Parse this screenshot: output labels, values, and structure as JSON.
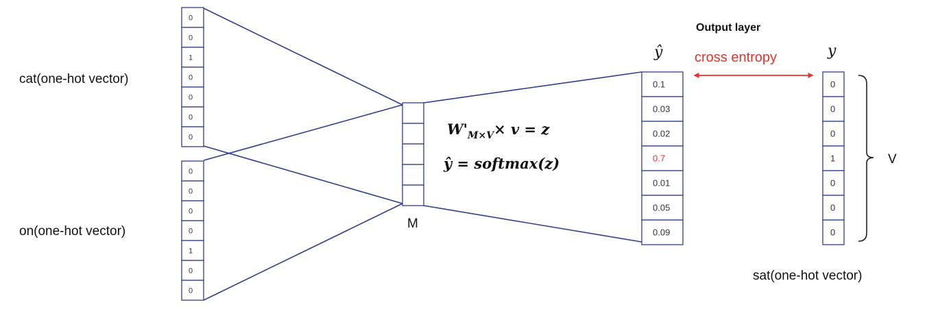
{
  "labels": {
    "cat": "cat(one-hot vector)",
    "on": "on(one-hot vector)",
    "sat": "sat(one-hot vector)",
    "hidden_size": "M",
    "output_layer": "Output layer",
    "cross_entropy": "cross entropy",
    "y_hat": "ŷ",
    "y": "y",
    "vocab_size": "V"
  },
  "formulas": {
    "line1": "W'M×V× v = z",
    "line2": "ŷ = softmax(z)"
  },
  "vectors": {
    "cat": [
      "0",
      "0",
      "1",
      "0",
      "0",
      "0",
      "0"
    ],
    "on": [
      "0",
      "0",
      "0",
      "0",
      "1",
      "0",
      "0"
    ],
    "hidden": [
      "",
      "",
      "",
      "",
      ""
    ],
    "y_hat": [
      "0.1",
      "0.03",
      "0.02",
      "0.7",
      "0.01",
      "0.05",
      "0.09"
    ],
    "y": [
      "0",
      "0",
      "0",
      "1",
      "0",
      "0",
      "0"
    ]
  },
  "colors": {
    "line": "#2f3f86",
    "highlight": "#e8312b",
    "arrow": "#e8312b"
  },
  "highlight": {
    "y_hat_index": 3
  }
}
